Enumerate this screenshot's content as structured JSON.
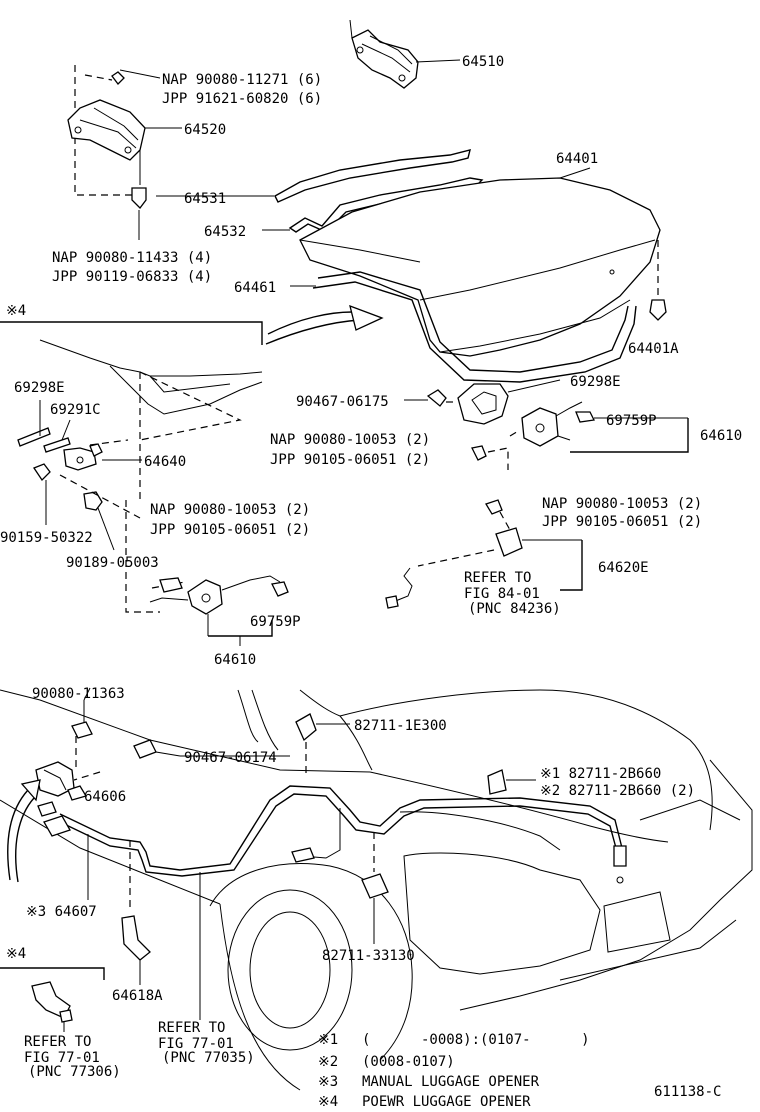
{
  "labels": {
    "p64510": "64510",
    "p64520": "64520",
    "nap_90080_11271": "NAP  90080-11271 (6)",
    "jpp_91621_60820": "JPP  91621-60820 (6)",
    "p64401": "64401",
    "p64531": "64531",
    "p64532": "64532",
    "nap_90080_11433": "NAP  90080-11433 (4)",
    "jpp_90119_06833": "JPP  90119-06833 (4)",
    "p64461": "64461",
    "p64401A": "64401A",
    "mark4_top": "※4",
    "p69298E_left": "69298E",
    "p69291C": "69291C",
    "p64640": "64640",
    "p90467_06175": "90467-06175",
    "p69298E_right": "69298E",
    "nap_90080_10053_a": "NAP  90080-10053 (2)",
    "jpp_90105_06051_a": "JPP  90105-06051 (2)",
    "p69759P_right": "69759P",
    "p64610_right": "64610",
    "nap_90080_10053_b": "NAP  90080-10053 (2)",
    "jpp_90105_06051_b": "JPP  90105-06051 (2)",
    "p90159_50322": "90159-50322",
    "p90189_05003": "90189-05003",
    "nap_90080_10053_c": "NAP  90080-10053 (2)",
    "jpp_90105_06051_c": "JPP  90105-06051 (2)",
    "p64620E": "64620E",
    "refer_84_1": "REFER TO",
    "refer_84_2": "FIG 84-01",
    "refer_84_3": "(PNC 84236)",
    "p69759P_left": "69759P",
    "p64610_left": "64610",
    "p90080_11363": "90080-11363",
    "p82711_1E300": "82711-1E300",
    "p90467_06174": "90467-06174",
    "mark1_part": "※1  82711-2B660",
    "mark2_part": "※2  82711-2B660 (2)",
    "p64606": "64606",
    "mark3_64607": "※3  64607",
    "p82711_33130": "82711-33130",
    "mark4_bottom": "※4",
    "p64618A": "64618A",
    "refer_77a_1": "REFER TO",
    "refer_77a_2": "FIG 77-01",
    "refer_77a_3": "(PNC 77306)",
    "refer_77b_1": "REFER TO",
    "refer_77b_2": "FIG 77-01",
    "refer_77b_3": "(PNC 77035)"
  },
  "legend": [
    {
      "mark": "※1",
      "text": "(      -0008):(0107-      )"
    },
    {
      "mark": "※2",
      "text": "(0008-0107)"
    },
    {
      "mark": "※3",
      "text": "MANUAL LUGGAGE OPENER"
    },
    {
      "mark": "※4",
      "text": "POEWR LUGGAGE OPENER"
    }
  ],
  "diagram_id": "611138-C"
}
